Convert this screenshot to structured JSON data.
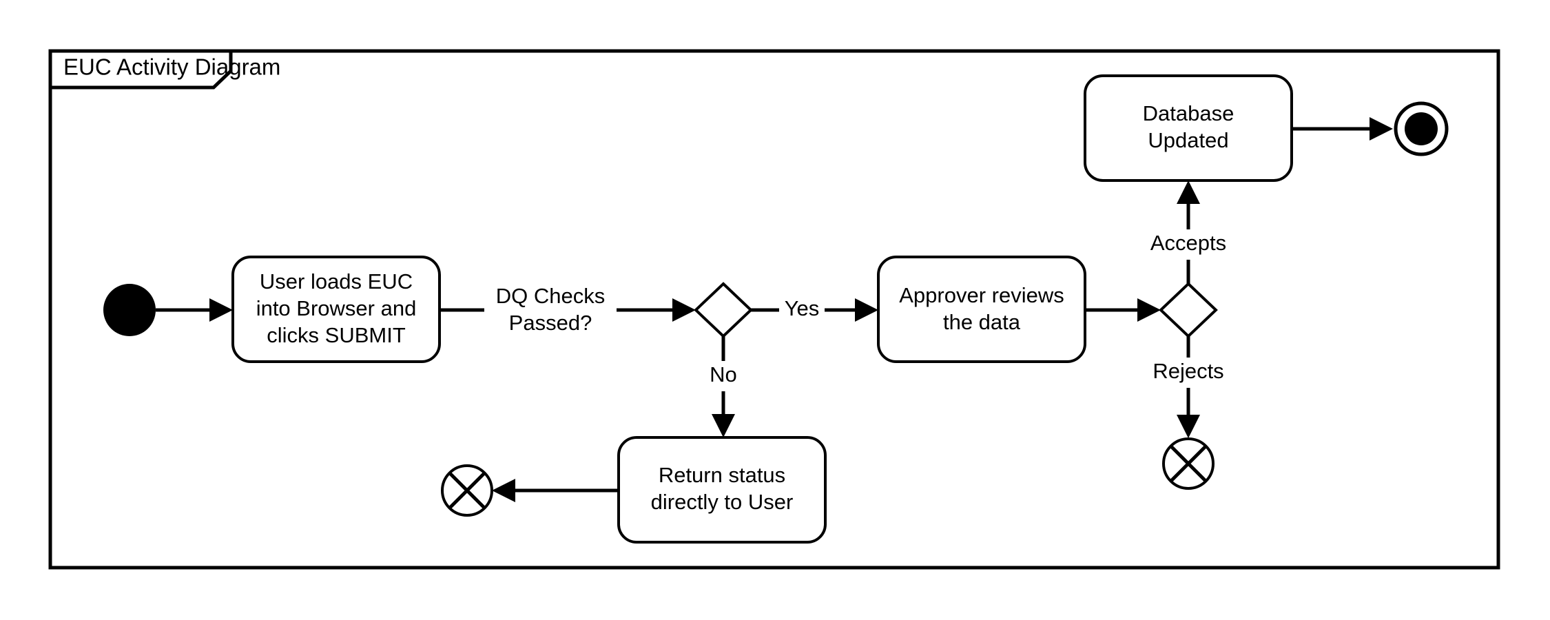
{
  "diagram": {
    "frame_title": "EUC Activity Diagram",
    "type": "uml-activity-diagram",
    "background_color": "#ffffff",
    "line_color": "#000000",
    "nodes": [
      {
        "id": "initial",
        "kind": "initial-node",
        "label": ""
      },
      {
        "id": "load-euc",
        "kind": "action",
        "label": "User loads EUC\ninto Browser and\nclicks SUBMIT",
        "line1": "User loads EUC",
        "line2": "into Browser and",
        "line3": "clicks SUBMIT"
      },
      {
        "id": "dq-decision",
        "kind": "decision",
        "label": ""
      },
      {
        "id": "approver",
        "kind": "action",
        "label": "Approver reviews\nthe data",
        "line1": "Approver reviews",
        "line2": "the data"
      },
      {
        "id": "approval-decision",
        "kind": "decision",
        "label": ""
      },
      {
        "id": "database-updated",
        "kind": "action",
        "label": "Database\nUpdated",
        "line1": "Database",
        "line2": "Updated"
      },
      {
        "id": "final",
        "kind": "activity-final",
        "label": ""
      },
      {
        "id": "reject-flow-final",
        "kind": "flow-final",
        "label": ""
      },
      {
        "id": "return-status",
        "kind": "action",
        "label": "Return status\ndirectly to User",
        "line1": "Return status",
        "line2": "directly to User"
      },
      {
        "id": "return-flow-final",
        "kind": "flow-final",
        "label": ""
      }
    ],
    "edges": [
      {
        "from": "initial",
        "to": "load-euc",
        "label": ""
      },
      {
        "from": "load-euc",
        "to": "dq-decision",
        "label": "DQ Checks\nPassed?",
        "label_line1": "DQ Checks",
        "label_line2": "Passed?"
      },
      {
        "from": "dq-decision",
        "to": "approver",
        "label": "Yes"
      },
      {
        "from": "dq-decision",
        "to": "return-status",
        "label": "No"
      },
      {
        "from": "approver",
        "to": "approval-decision",
        "label": ""
      },
      {
        "from": "approval-decision",
        "to": "database-updated",
        "label": "Accepts"
      },
      {
        "from": "approval-decision",
        "to": "reject-flow-final",
        "label": "Rejects"
      },
      {
        "from": "database-updated",
        "to": "final",
        "label": ""
      },
      {
        "from": "return-status",
        "to": "return-flow-final",
        "label": ""
      }
    ],
    "labels": {
      "dq_checks_l1": "DQ Checks",
      "dq_checks_l2": "Passed?",
      "yes": "Yes",
      "no": "No",
      "accepts": "Accepts",
      "rejects": "Rejects"
    },
    "texts": {
      "load_euc_l1": "User loads EUC",
      "load_euc_l2": "into Browser and",
      "load_euc_l3": "clicks SUBMIT",
      "approver_l1": "Approver reviews",
      "approver_l2": "the data",
      "database_l1": "Database",
      "database_l2": "Updated",
      "return_l1": "Return status",
      "return_l2": "directly to User"
    }
  }
}
